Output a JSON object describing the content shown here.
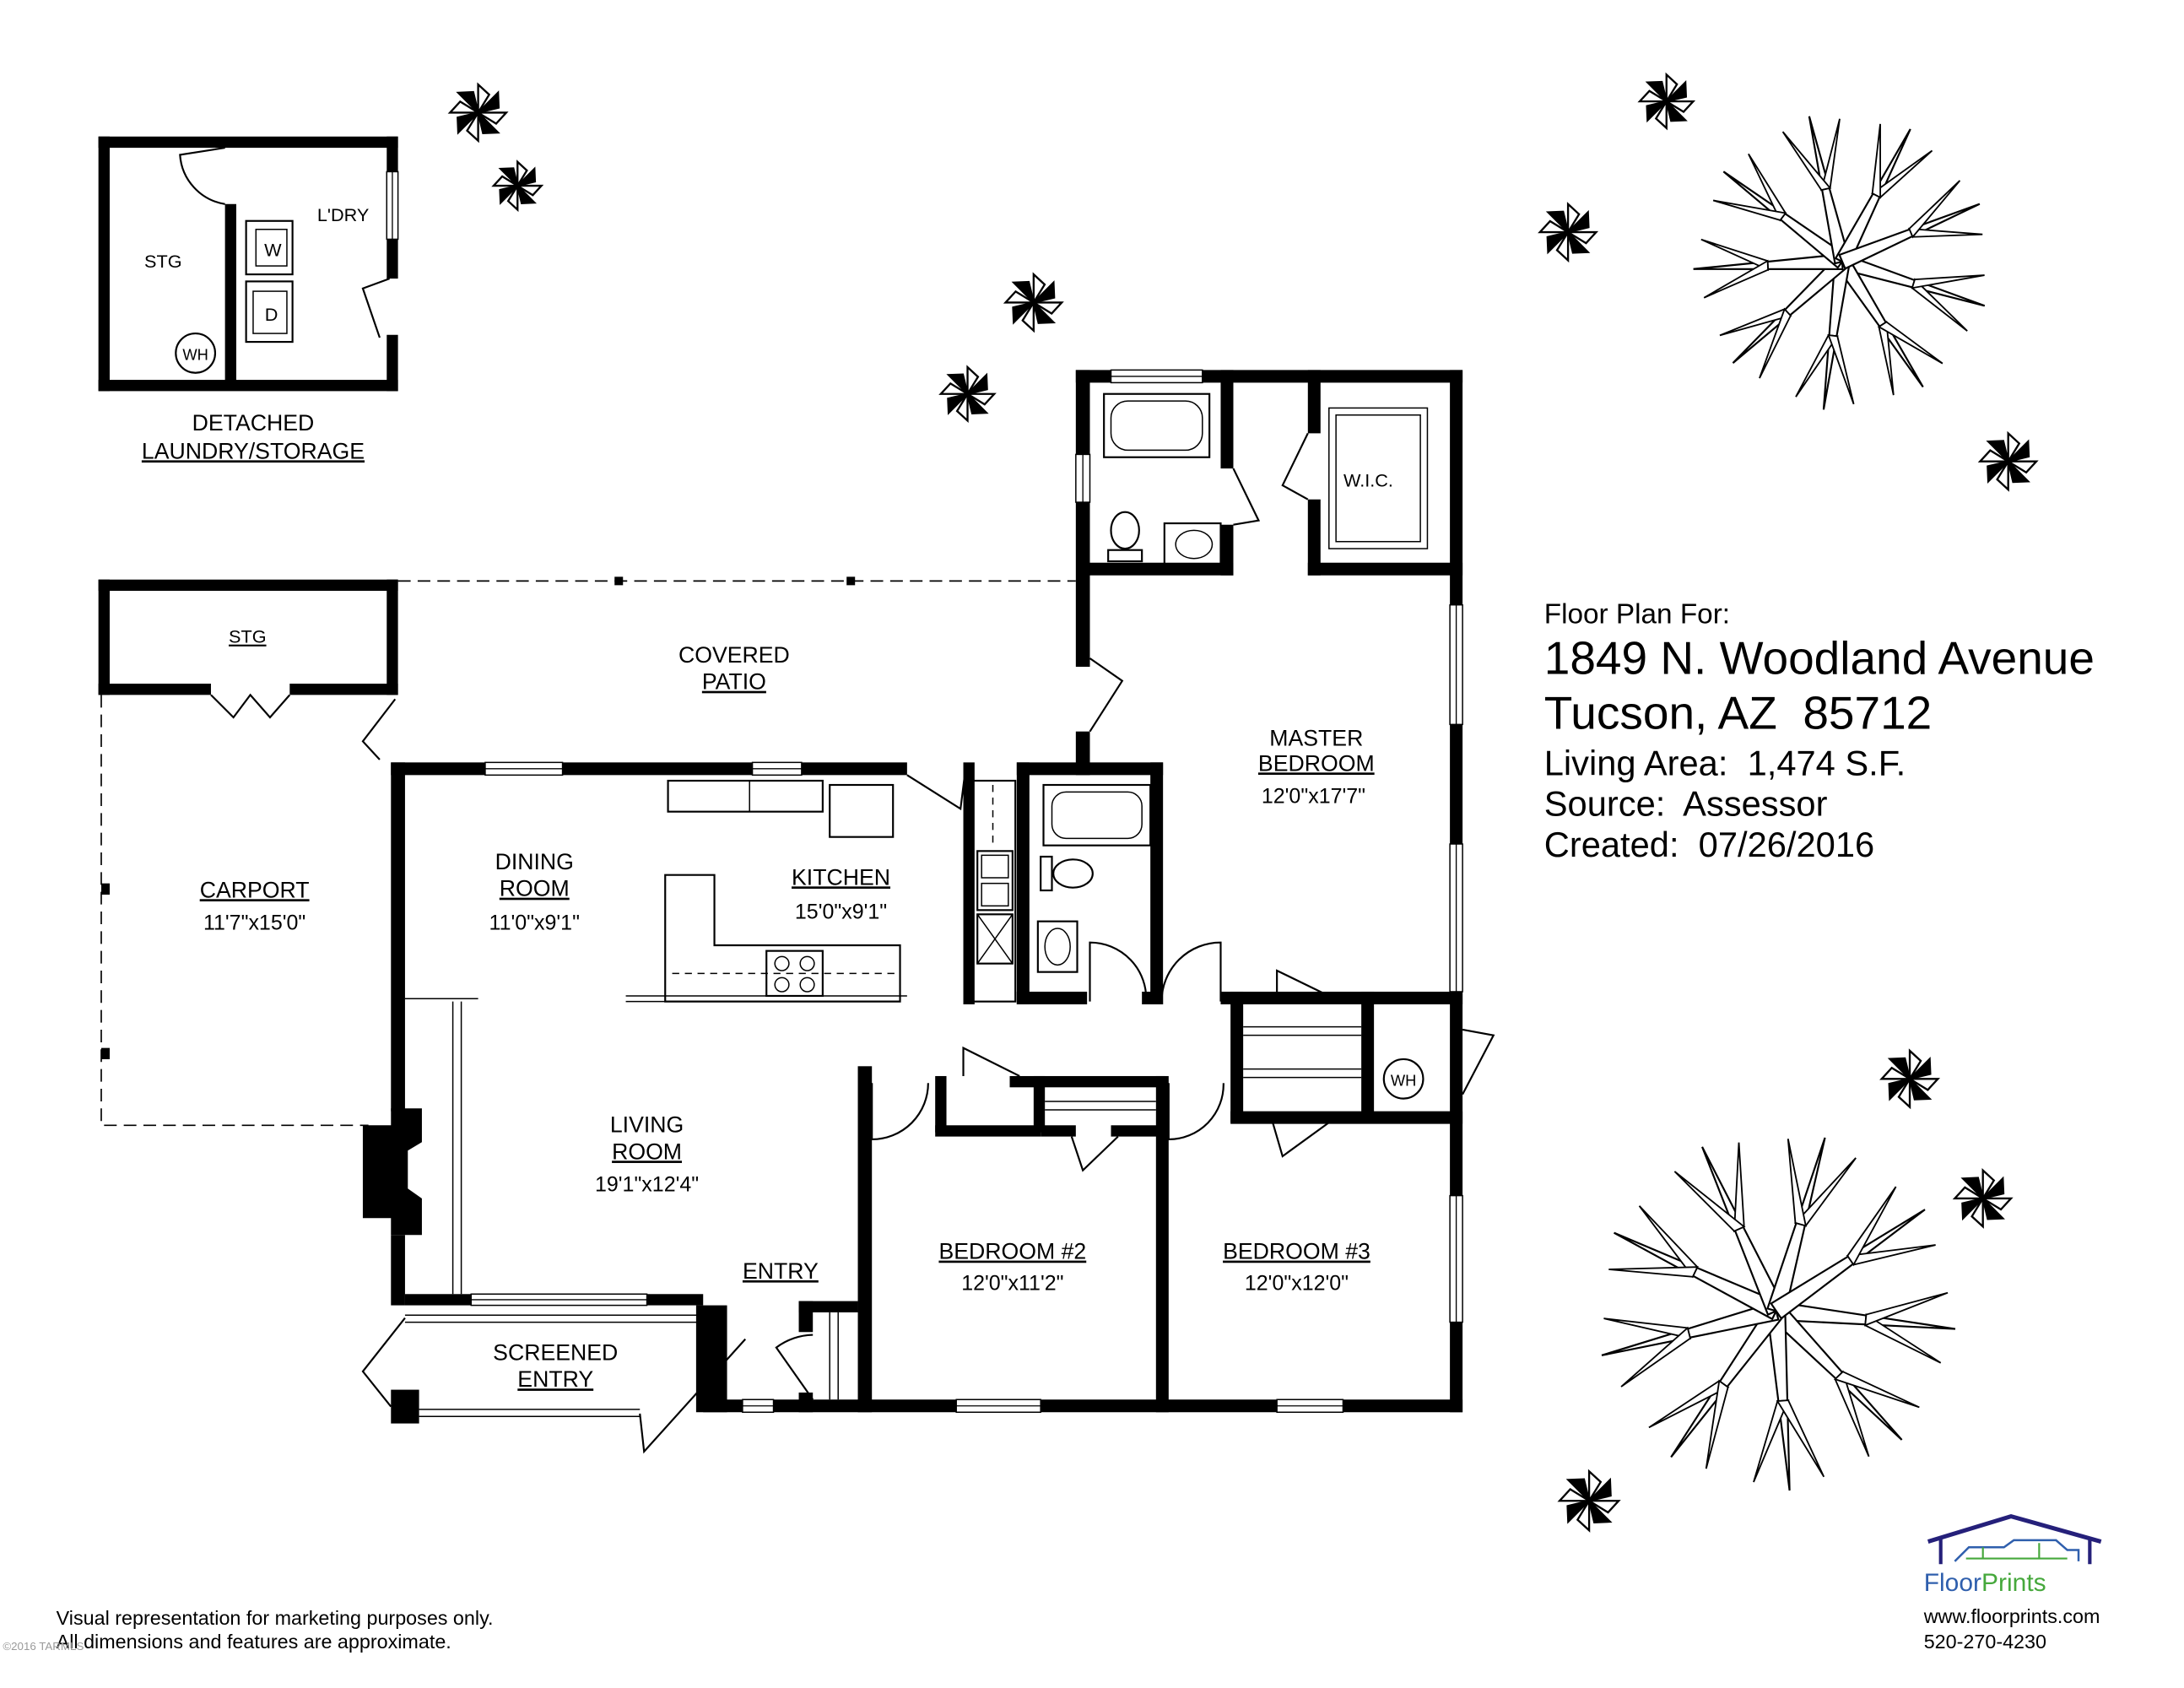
{
  "detached_building": {
    "storage_label": "STG",
    "laundry_label": "L'DRY",
    "washer_label": "W",
    "dryer_label": "D",
    "water_heater_label": "WH",
    "caption_line1": "DETACHED",
    "caption_line2": "LAUNDRY/STORAGE"
  },
  "rooms": {
    "carport_storage": {
      "name": "STG"
    },
    "covered_patio": {
      "name_line1": "COVERED",
      "name_line2": "PATIO"
    },
    "carport": {
      "name": "CARPORT",
      "dimensions": "11'7\"x15'0\""
    },
    "dining_room": {
      "name_line1": "DINING",
      "name_line2": "ROOM",
      "dimensions": "11'0\"x9'1\""
    },
    "kitchen": {
      "name": "KITCHEN",
      "dimensions": "15'0\"x9'1\""
    },
    "living_room": {
      "name_line1": "LIVING",
      "name_line2": "ROOM",
      "dimensions": "19'1\"x12'4\""
    },
    "entry": {
      "name": "ENTRY"
    },
    "screened_entry": {
      "name_line1": "SCREENED",
      "name_line2": "ENTRY"
    },
    "bedroom_2": {
      "name": "BEDROOM #2",
      "dimensions": "12'0\"x11'2\""
    },
    "bedroom_3": {
      "name": "BEDROOM #3",
      "dimensions": "12'0\"x12'0\""
    },
    "master_bedroom": {
      "name_line1": "MASTER",
      "name_line2": "BEDROOM",
      "dimensions": "12'0\"x17'7\""
    },
    "walk_in_closet": {
      "name": "W.I.C."
    },
    "hall_water_heater": {
      "label": "WH"
    }
  },
  "info": {
    "heading": "Floor Plan For:",
    "address_line1": "1849 N. Woodland Avenue",
    "address_line2": "Tucson, AZ  85712",
    "living_area": "Living Area:  1,474 S.F.",
    "source": "Source:  Assessor",
    "created": "Created:  07/26/2016"
  },
  "disclaimer": {
    "line1": "Visual representation for marketing purposes only.",
    "line2": "All dimensions and features are approximate."
  },
  "logo": {
    "brand_part1": "Floor",
    "brand_part2": "Prints",
    "website": "www.floorprints.com",
    "phone": "520-270-4230"
  },
  "copyright": "©2016 TARMLS",
  "colors": {
    "walls": "#000000",
    "background": "#ffffff",
    "logo_roof": "#25207a",
    "logo_blue": "#2f5fad",
    "logo_green": "#46a83c"
  }
}
